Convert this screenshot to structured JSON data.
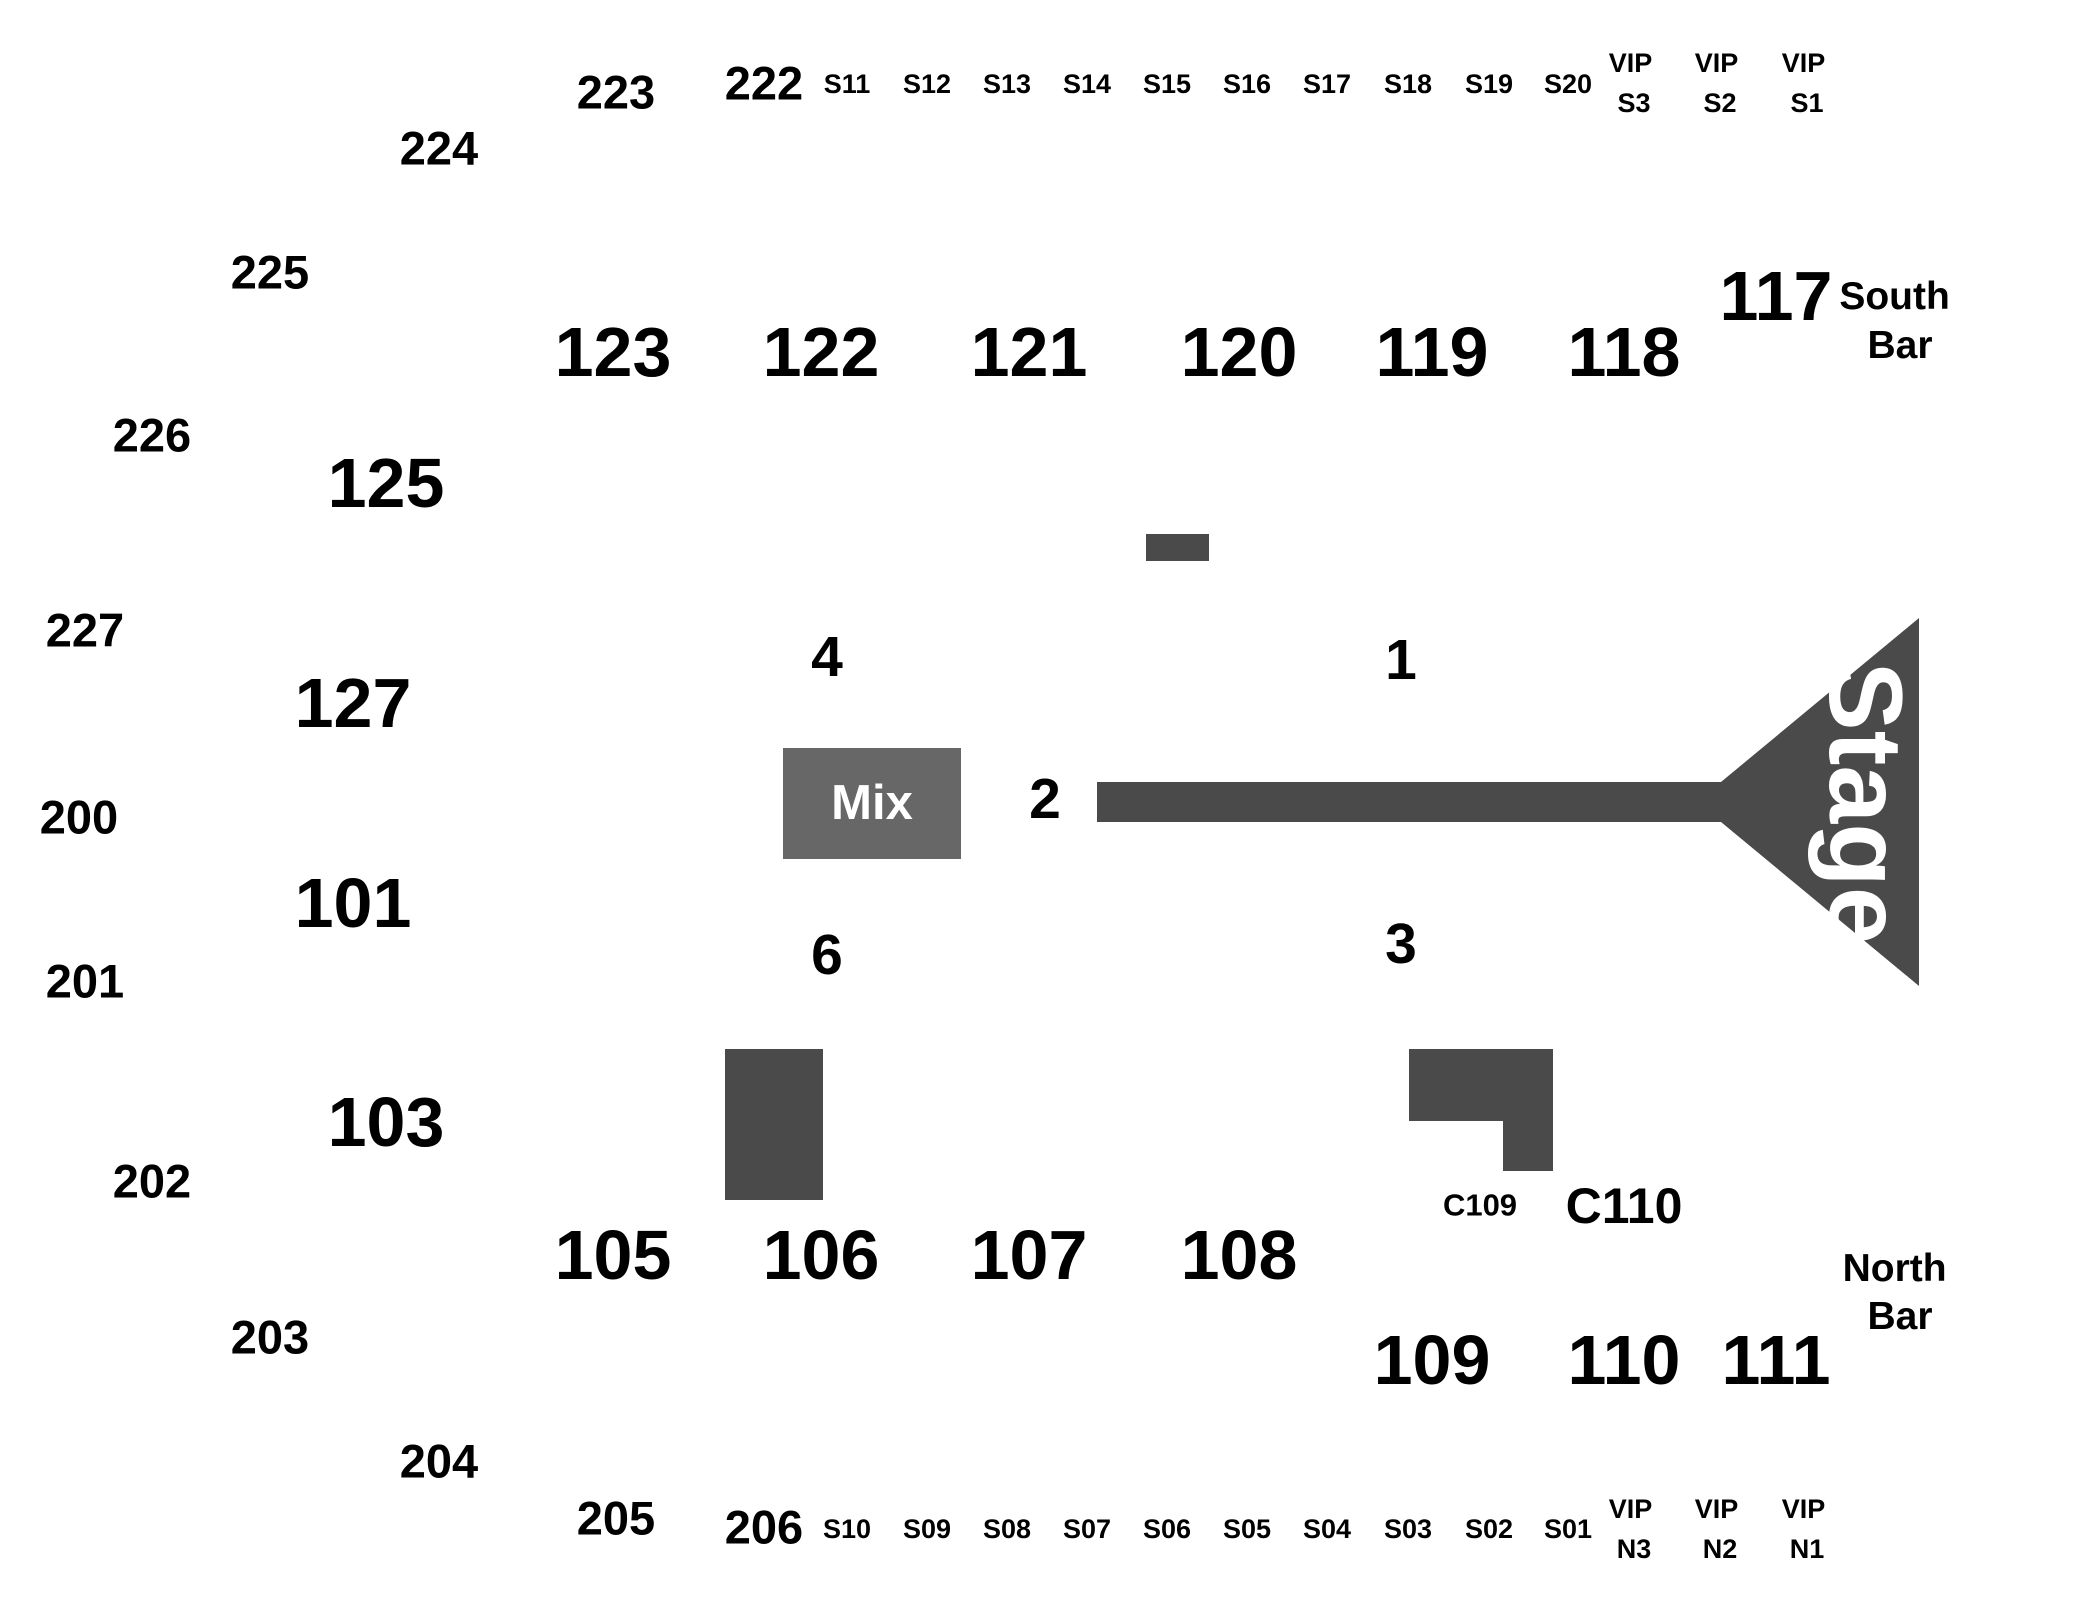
{
  "colors": {
    "structure": "#4a4a4a",
    "mix_booth": "#676767",
    "label": "#000000",
    "background": "#ffffff"
  },
  "stage": {
    "label": "Stage"
  },
  "mix": {
    "label": "Mix"
  },
  "floor_sections": [
    "1",
    "2",
    "3",
    "4",
    "6"
  ],
  "lower_sections": {
    "south": [
      "123",
      "122",
      "121",
      "120",
      "119",
      "118",
      "117"
    ],
    "north": [
      "105",
      "106",
      "107",
      "108",
      "109",
      "110",
      "111"
    ],
    "west": [
      "125",
      "127",
      "101",
      "103"
    ]
  },
  "upper_sections": [
    "222",
    "223",
    "224",
    "225",
    "226",
    "227",
    "200",
    "201",
    "202",
    "203",
    "204",
    "205",
    "206"
  ],
  "suites": {
    "south": [
      "S11",
      "S12",
      "S13",
      "S14",
      "S15",
      "S16",
      "S17",
      "S18",
      "S19",
      "S20"
    ],
    "north": [
      "S10",
      "S09",
      "S08",
      "S07",
      "S06",
      "S05",
      "S04",
      "S03",
      "S02",
      "S01"
    ]
  },
  "vip": {
    "south": [
      [
        "VIP",
        "S3"
      ],
      [
        "VIP",
        "S2"
      ],
      [
        "VIP",
        "S1"
      ]
    ],
    "north": [
      [
        "VIP",
        "N3"
      ],
      [
        "VIP",
        "N2"
      ],
      [
        "VIP",
        "N1"
      ]
    ]
  },
  "club": [
    "C109",
    "C110"
  ],
  "bars": {
    "south": [
      "South",
      "Bar"
    ],
    "north": [
      "North",
      "Bar"
    ]
  }
}
